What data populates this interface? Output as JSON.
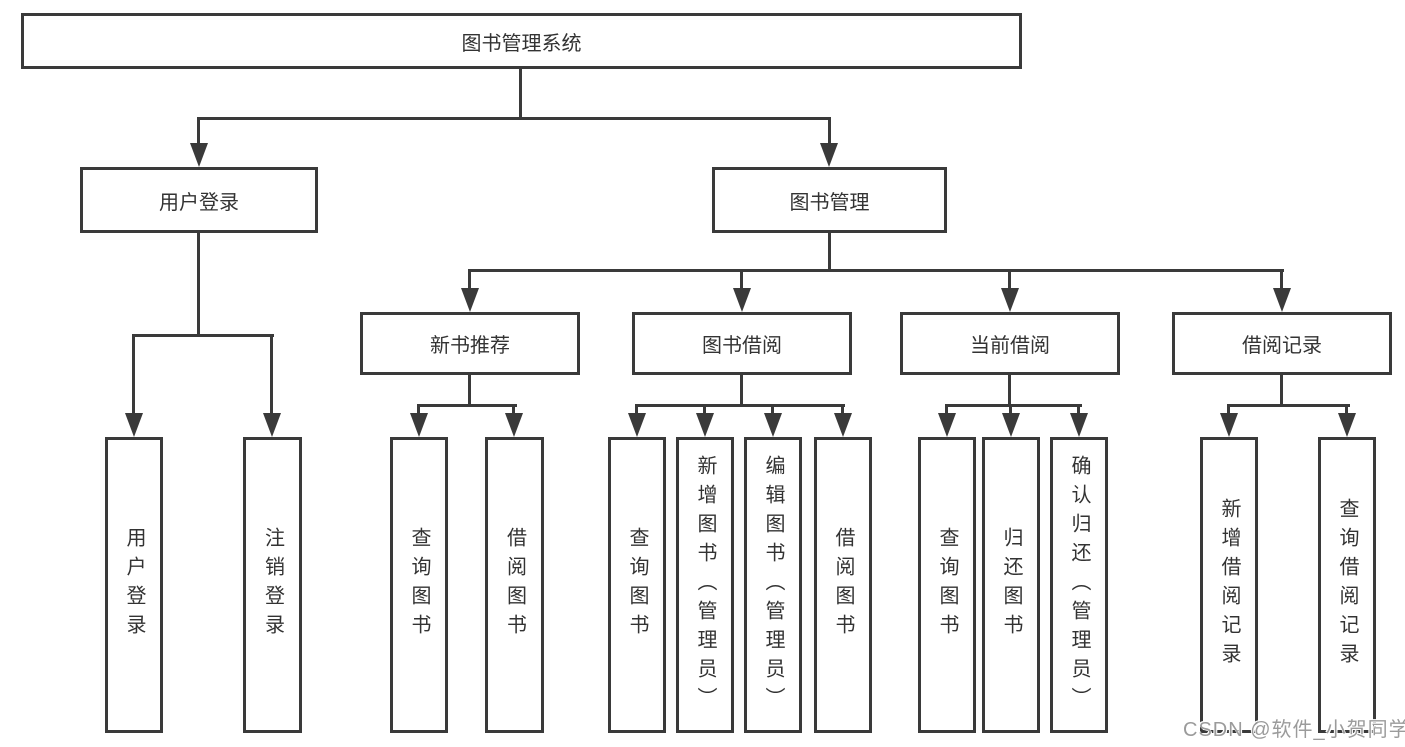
{
  "colors": {
    "line": "#3a3a3a",
    "text": "#333333",
    "background": "#ffffff",
    "watermark": "#9b9b9b"
  },
  "watermark": {
    "text": "CSDN @软件_小贺同学"
  },
  "tree": {
    "root": {
      "label": "图书管理系统"
    },
    "branches": [
      {
        "label": "用户登录",
        "children": [
          {
            "label": "用户登录"
          },
          {
            "label": "注销登录"
          }
        ]
      },
      {
        "label": "图书管理",
        "children": [
          {
            "label": "新书推荐",
            "children": [
              {
                "label": "查询图书"
              },
              {
                "label": "借阅图书"
              }
            ]
          },
          {
            "label": "图书借阅",
            "children": [
              {
                "label": "查询图书"
              },
              {
                "label": "新增图书（管理员）"
              },
              {
                "label": "编辑图书（管理员）"
              },
              {
                "label": "借阅图书"
              }
            ]
          },
          {
            "label": "当前借阅",
            "children": [
              {
                "label": "查询图书"
              },
              {
                "label": "归还图书"
              },
              {
                "label": "确认归还（管理员）"
              }
            ]
          },
          {
            "label": "借阅记录",
            "children": [
              {
                "label": "新增借阅记录"
              },
              {
                "label": "查询借阅记录"
              }
            ]
          }
        ]
      }
    ]
  }
}
